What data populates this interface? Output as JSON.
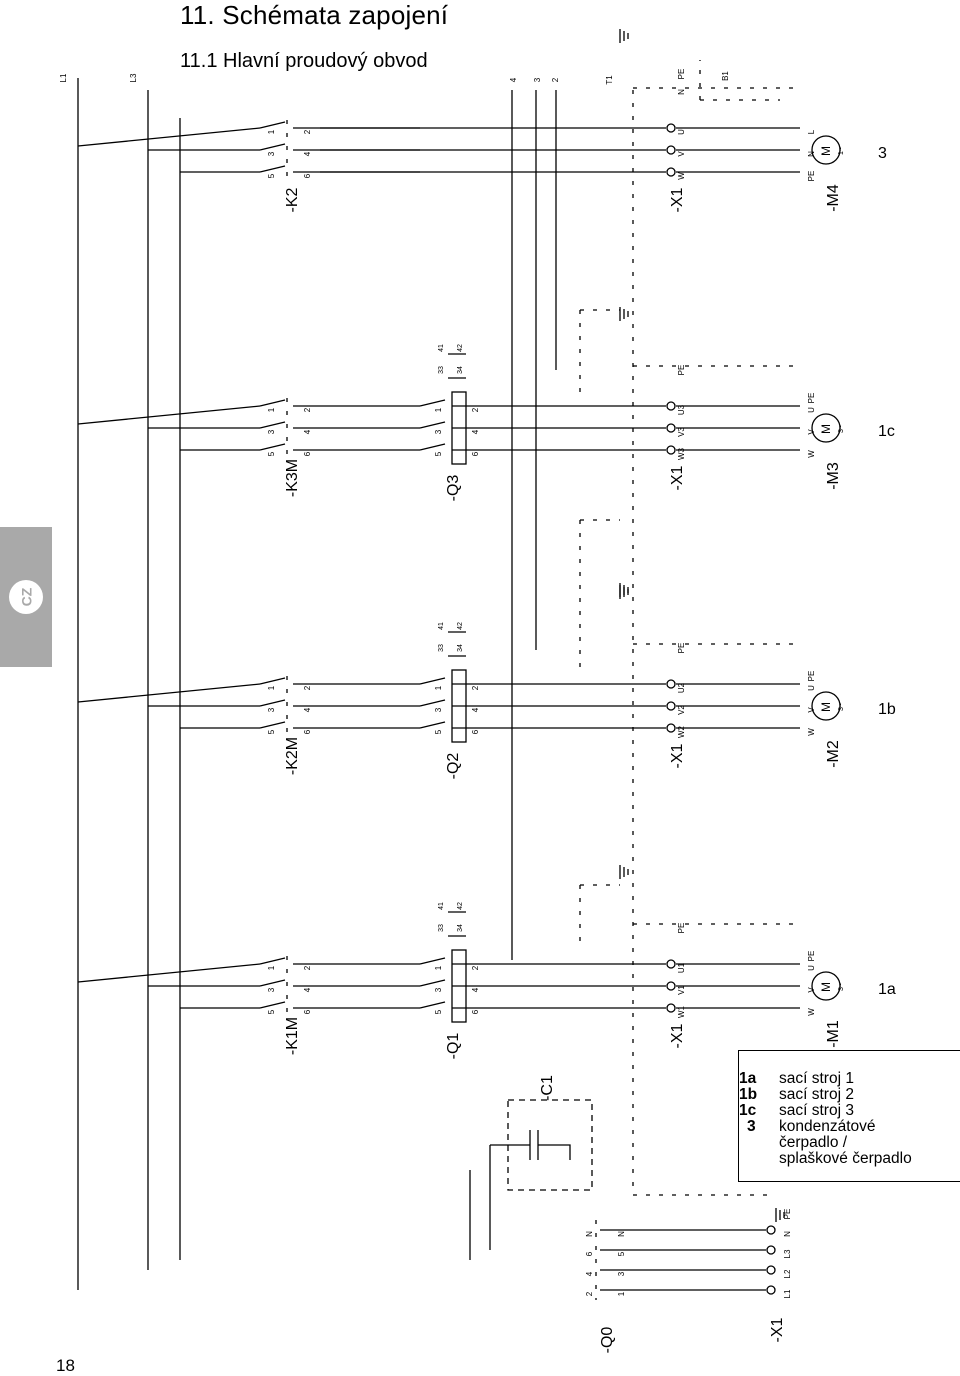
{
  "page": {
    "title": "11.  Schémata zapojení",
    "subtitle": "11.1 Hlavní proudový obvod",
    "page_number": "18",
    "language_tab": "CZ"
  },
  "supply_lines": [
    "L1",
    "L3",
    "4",
    "3",
    "2",
    "T1",
    "B1"
  ],
  "contactors": [
    {
      "ref": "-K2",
      "pins_top": [
        "1",
        "3",
        "5"
      ],
      "pins_bottom": [
        "2",
        "4",
        "6"
      ]
    },
    {
      "ref": "-K3M",
      "pins_top": [
        "1",
        "3",
        "5"
      ],
      "pins_bottom": [
        "2",
        "4",
        "6"
      ]
    },
    {
      "ref": "-K2M",
      "pins_top": [
        "1",
        "3",
        "5"
      ],
      "pins_bottom": [
        "2",
        "4",
        "6"
      ]
    },
    {
      "ref": "-K1M",
      "pins_top": [
        "1",
        "3",
        "5"
      ],
      "pins_bottom": [
        "2",
        "4",
        "6"
      ]
    }
  ],
  "breakers": [
    {
      "ref": "-Q3",
      "pins_top": [
        "1",
        "3",
        "5"
      ],
      "pins_bottom": [
        "2",
        "4",
        "6"
      ],
      "aux": [
        "33",
        "34",
        "41",
        "42"
      ]
    },
    {
      "ref": "-Q2",
      "pins_top": [
        "1",
        "3",
        "5"
      ],
      "pins_bottom": [
        "2",
        "4",
        "6"
      ],
      "aux": [
        "33",
        "34",
        "41",
        "42"
      ]
    },
    {
      "ref": "-Q1",
      "pins_top": [
        "1",
        "3",
        "5"
      ],
      "pins_bottom": [
        "2",
        "4",
        "6"
      ],
      "aux": [
        "33",
        "34",
        "41",
        "42"
      ]
    }
  ],
  "terminals": [
    {
      "ref": "-X1",
      "labels": [
        "U",
        "V",
        "W",
        "N",
        "PE"
      ]
    },
    {
      "ref": "-X1",
      "labels": [
        "U3",
        "V3",
        "W3",
        "PE"
      ]
    },
    {
      "ref": "-X1",
      "labels": [
        "U2",
        "V2",
        "W2",
        "PE"
      ]
    },
    {
      "ref": "-X1",
      "labels": [
        "U1",
        "V1",
        "W1",
        "PE"
      ]
    }
  ],
  "motors": [
    {
      "ref": "-M4",
      "symbol": "M",
      "phase": "1~",
      "pins": [
        "L",
        "N",
        "PE"
      ],
      "group": "3"
    },
    {
      "ref": "-M3",
      "symbol": "M",
      "phase": "3~",
      "pins": [
        "U",
        "V",
        "W",
        "PE"
      ],
      "group": "1c"
    },
    {
      "ref": "-M2",
      "symbol": "M",
      "phase": "3~",
      "pins": [
        "U",
        "V",
        "W",
        "PE"
      ],
      "group": "1b"
    },
    {
      "ref": "-M1",
      "symbol": "M",
      "phase": "3~",
      "pins": [
        "U",
        "V",
        "W",
        "PE"
      ],
      "group": "1a"
    }
  ],
  "capacitor": {
    "ref": "-C1"
  },
  "main_switch": {
    "ref": "-Q0",
    "pins_top": [
      "2",
      "4",
      "6",
      "N"
    ],
    "pins_bottom": [
      "1",
      "3",
      "5",
      "N"
    ]
  },
  "supply_terminal": {
    "ref": "-X1",
    "labels": [
      "L1",
      "L2",
      "L3",
      "N",
      "PE"
    ]
  },
  "legend": [
    {
      "code": "1a",
      "desc": "sací stroj 1"
    },
    {
      "code": "1b",
      "desc": "sací stroj 2"
    },
    {
      "code": "1c",
      "desc": "sací stroj 3"
    },
    {
      "code": "3",
      "desc": "kondenzátové\nčerpadlo /\nsplaškové čerpadlo"
    }
  ]
}
